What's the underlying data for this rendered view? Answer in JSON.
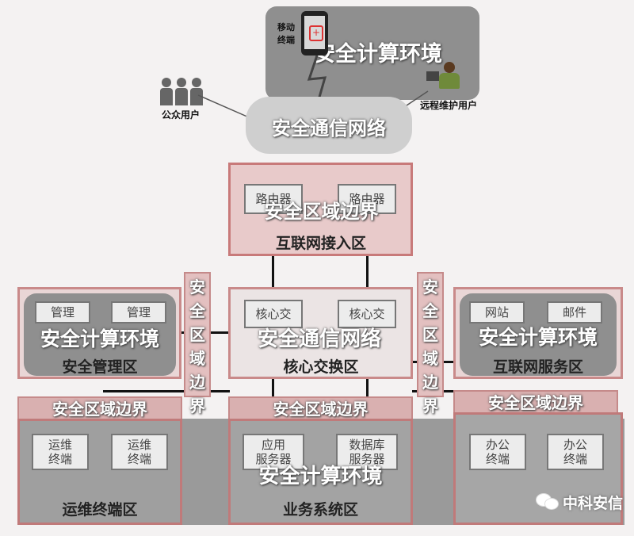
{
  "top": {
    "env_label": "安全计算环境",
    "mobile_label": "移动\n终端",
    "network_label": "安全通信网络",
    "public_users": "公众用户",
    "remote_users": "远程维护用户"
  },
  "internet_access": {
    "router_left": "路由器",
    "router_right": "路由器",
    "boundary_label": "安全区域边界",
    "title": "互联网接入区"
  },
  "core": {
    "switch_left": "核心交",
    "switch_right": "核心交",
    "network_label": "安全通信网络",
    "title": "核心交换区"
  },
  "management": {
    "device_left": "管理",
    "device_right": "管理",
    "env_label": "安全计算环境",
    "title": "安全管理区"
  },
  "internet_service": {
    "device_left": "网站",
    "device_right": "邮件",
    "env_label": "安全计算环境",
    "title": "互联网服务区"
  },
  "side_boundary_left": "安全区域边界",
  "side_boundary_right": "安全区域边界",
  "ops": {
    "boundary_label": "安全区域边界",
    "device_left": "运维\n终端",
    "device_right": "运维\n终端",
    "title": "运维终端区"
  },
  "business": {
    "boundary_label": "安全区域边界",
    "device_left": "应用\n服务器",
    "device_right": "数据库\n服务器",
    "env_label": "安全计算环境",
    "title": "业务系统区"
  },
  "office": {
    "boundary_label": "安全区域边界",
    "device_left": "办公\n终端",
    "device_right": "办公\n终端",
    "title": ""
  },
  "watermark": "中科安信",
  "colors": {
    "zone_border": "#c98a8a",
    "env_gray": "#8f8f8f"
  }
}
